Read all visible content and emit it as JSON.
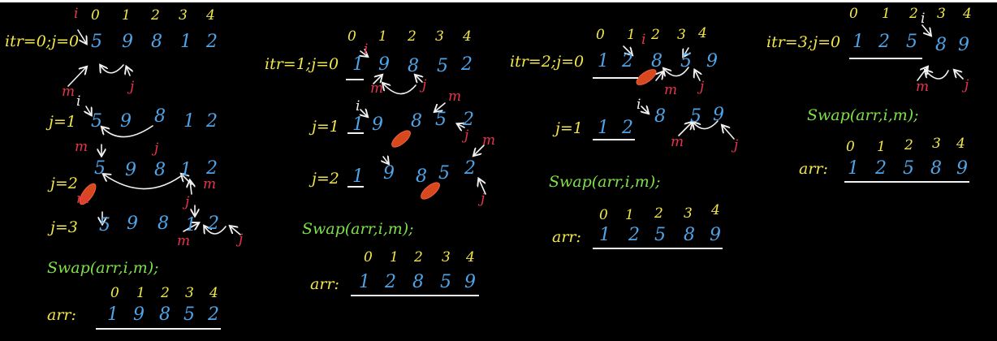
{
  "colors": {
    "background": "#000000",
    "label": "#f2e64a",
    "value": "#4fa3e6",
    "pointer": "#e8344a",
    "code": "#7ee04a",
    "arrow": "#f2f2f2",
    "swap_mark": "#d8481e"
  },
  "panels": [
    {
      "header": "itr=0;j=0",
      "indices": [
        "0",
        "1",
        "2",
        "3",
        "4"
      ],
      "rows": [
        {
          "label": "",
          "values": [
            "5",
            "9",
            "8",
            "1",
            "2"
          ]
        },
        {
          "label": "j=1",
          "values": [
            "5",
            "9",
            "8",
            "1",
            "2"
          ]
        },
        {
          "label": "j=2",
          "values": [
            "5",
            "9",
            "8",
            "1",
            "2"
          ]
        },
        {
          "label": "j=3",
          "values": [
            "5",
            "9",
            "8",
            "1",
            "2"
          ]
        }
      ],
      "code": "Swap(arr,i,m);",
      "result_indices": [
        "0",
        "1",
        "2",
        "3",
        "4"
      ],
      "result_label": "arr:",
      "result_values": [
        "1",
        "9",
        "8",
        "5",
        "2"
      ]
    },
    {
      "header": "itr=1;j=0",
      "indices": [
        "0",
        "1",
        "2",
        "3",
        "4"
      ],
      "rows": [
        {
          "label": "",
          "values": [
            "1",
            "9",
            "8",
            "5",
            "2"
          ]
        },
        {
          "label": "j=1",
          "values": [
            "1",
            "9",
            "8",
            "5",
            "2"
          ]
        },
        {
          "label": "j=2",
          "values": [
            "1",
            "9",
            "8",
            "5",
            "2"
          ]
        }
      ],
      "code": "Swap(arr,i,m);",
      "result_indices": [
        "0",
        "1",
        "2",
        "3",
        "4"
      ],
      "result_label": "arr:",
      "result_values": [
        "1",
        "2",
        "8",
        "5",
        "9"
      ]
    },
    {
      "header": "itr=2;j=0",
      "indices": [
        "0",
        "1",
        "2",
        "3",
        "4"
      ],
      "rows": [
        {
          "label": "",
          "values": [
            "1",
            "2",
            "8",
            "5",
            "9"
          ]
        },
        {
          "label": "j=1",
          "values": [
            "1",
            "2",
            "8",
            "5",
            "9"
          ]
        }
      ],
      "code": "Swap(arr,i,m);",
      "result_indices": [
        "0",
        "1",
        "2",
        "3",
        "4"
      ],
      "result_label": "arr:",
      "result_values": [
        "1",
        "2",
        "5",
        "8",
        "9"
      ]
    },
    {
      "header": "itr=3;j=0",
      "indices": [
        "0",
        "1",
        "2",
        "3",
        "4"
      ],
      "rows": [
        {
          "label": "",
          "values": [
            "1",
            "2",
            "5",
            "8",
            "9"
          ]
        }
      ],
      "code": "Swap(arr,i,m);",
      "result_indices": [
        "0",
        "1",
        "2",
        "3",
        "4"
      ],
      "result_label": "arr:",
      "result_values": [
        "1",
        "2",
        "5",
        "8",
        "9"
      ]
    }
  ],
  "pointers": {
    "i": "i",
    "j": "j",
    "m": "m"
  }
}
